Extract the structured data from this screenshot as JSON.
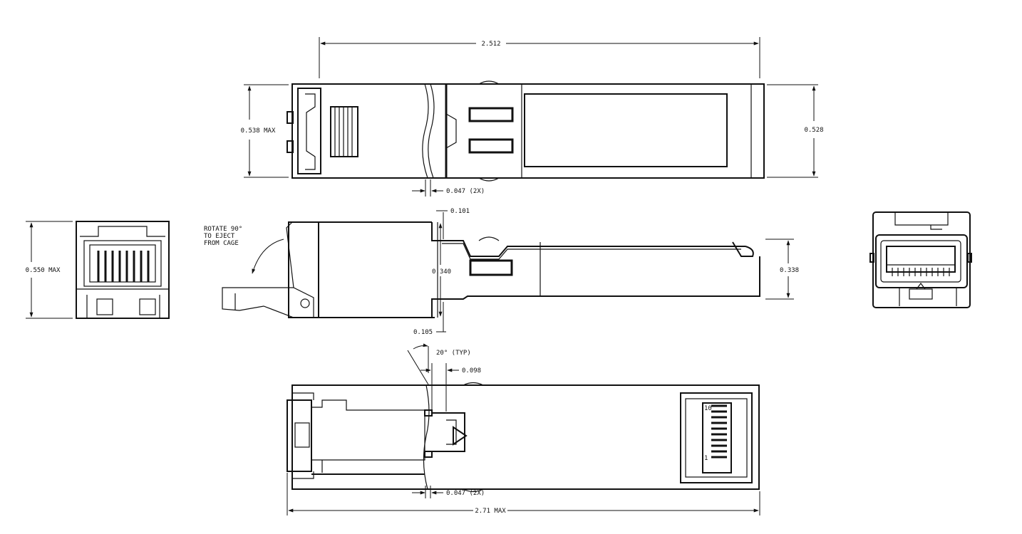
{
  "dimensions": {
    "overall_length_top": "2.512",
    "height_max_left": "0.538 MAX",
    "height_right": "0.528",
    "slot_width_top": "0.047 (2X)",
    "offset_top": "0.101",
    "body_height": "0.340",
    "tab_height": "0.338",
    "offset_bottom": "0.105",
    "front_height": "0.550 MAX",
    "latch_angle": "20° (TYP)",
    "latch_offset": "0.098",
    "slot_width_bottom": "0.047 (2X)",
    "overall_length_bottom": "2.71 MAX"
  },
  "notes": {
    "rotate_line1": "ROTATE 90°",
    "rotate_line2": "TO EJECT",
    "rotate_line3": "FROM CAGE"
  },
  "pins": {
    "pin_high": "10",
    "pin_low": "1"
  }
}
